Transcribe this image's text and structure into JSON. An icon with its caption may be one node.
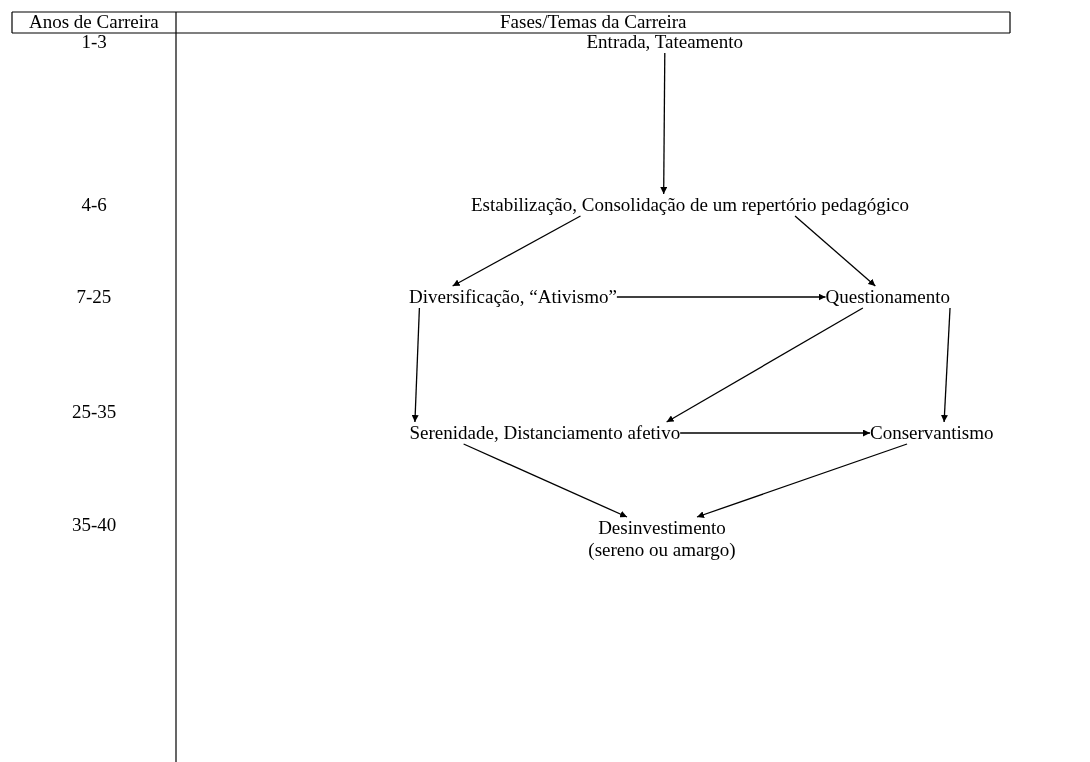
{
  "diagram": {
    "nodes": [
      {
        "text": [
          "Entrada, Tateamento"
        ]
      },
      {
        "text": [
          "Estabilização, Consolidação de um repertório pedagógico"
        ]
      },
      {
        "text": [
          "Diversificação, “Ativismo”"
        ]
      },
      {
        "text": [
          "Questionamento"
        ]
      },
      {
        "text": [
          "Serenidade, Distanciamento afetivo"
        ]
      },
      {
        "text": [
          "Conservantismo"
        ]
      },
      {
        "text": [
          "Desinvestimento (sereno ou amargo)"
        ]
      }
    ],
    "edges": [
      {
        "from": 0,
        "to": 1,
        "arrow": "to"
      },
      {
        "from": 1,
        "to": 2,
        "arrow": "to"
      },
      {
        "from": 1,
        "to": 3,
        "arrow": "to"
      },
      {
        "from": 2,
        "to": 3,
        "arrow": "to"
      },
      {
        "from": 2,
        "to": 4,
        "arrow": "to"
      },
      {
        "from": 3,
        "to": 4,
        "arrow": "to"
      },
      {
        "from": 3,
        "to": 5,
        "arrow": "to"
      },
      {
        "from": 4,
        "to": 5,
        "arrow": "to"
      },
      {
        "from": 4,
        "to": 6,
        "arrow": "to"
      },
      {
        "from": 5,
        "to": 6,
        "arrow": "to"
      }
    ],
    "labels": [
      "Anos de Carreira",
      "Fases/Temas da Carreira",
      "1-3",
      "4-6",
      "7-25",
      "25-35",
      "35-40"
    ]
  }
}
